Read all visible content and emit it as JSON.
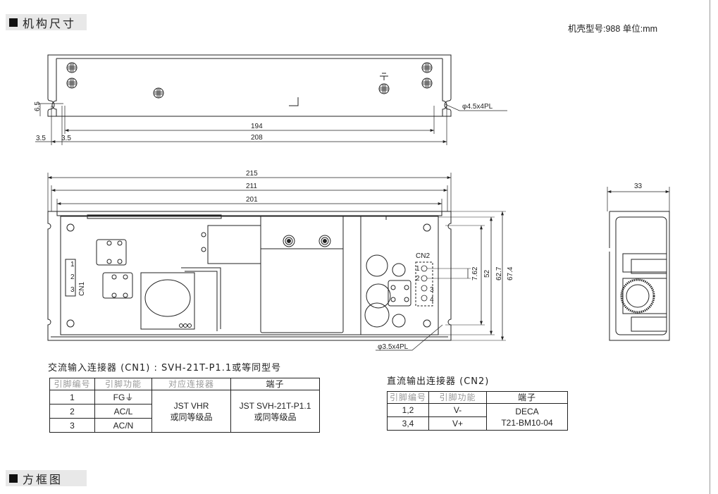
{
  "sections": {
    "mechanical": "机构尺寸",
    "block_diagram": "方框图"
  },
  "case_info": "机壳型号:988 单位:mm",
  "top_view": {
    "dims": {
      "d6_5": "6.5",
      "d194": "194",
      "d208": "208",
      "d3_5_left": "3.5",
      "d3_5_right": "3.5",
      "hole": "φ4.5x4PL"
    }
  },
  "front_view": {
    "dims": {
      "d215": "215",
      "d211": "211",
      "d201": "201",
      "d67_4": "67.4",
      "d62_7": "62.7",
      "d52": "52",
      "d7_62": "7.62",
      "hole": "φ3.5x4PL"
    },
    "labels": {
      "cn1": "CN1",
      "cn2": "CN2",
      "cn1_pins": [
        "1",
        "2",
        "3"
      ],
      "cn2_pins": [
        "1",
        "2",
        "3",
        "4"
      ]
    }
  },
  "side_view": {
    "dims": {
      "d33": "33"
    }
  },
  "cn1_table": {
    "title": "交流输入连接器 (CN1) : SVH-21T-P1.1或等同型号",
    "headers": [
      "引脚编号",
      "引脚功能",
      "对应连接器",
      "端子"
    ],
    "rows": [
      {
        "pin": "1",
        "func": "FG⏚"
      },
      {
        "pin": "2",
        "func": "AC/L"
      },
      {
        "pin": "3",
        "func": "AC/N"
      }
    ],
    "mating": [
      "JST VHR",
      "或同等级品"
    ],
    "terminal": [
      "JST SVH-21T-P1.1",
      "或同等级品"
    ]
  },
  "cn2_table": {
    "title": "直流输出连接器 (CN2)",
    "headers": [
      "引脚编号",
      "引脚功能",
      "端子"
    ],
    "rows": [
      {
        "pin": "1,2",
        "func": "V-"
      },
      {
        "pin": "3,4",
        "func": "V+"
      }
    ],
    "terminal": [
      "DECA",
      "T21-BM10-04"
    ]
  }
}
